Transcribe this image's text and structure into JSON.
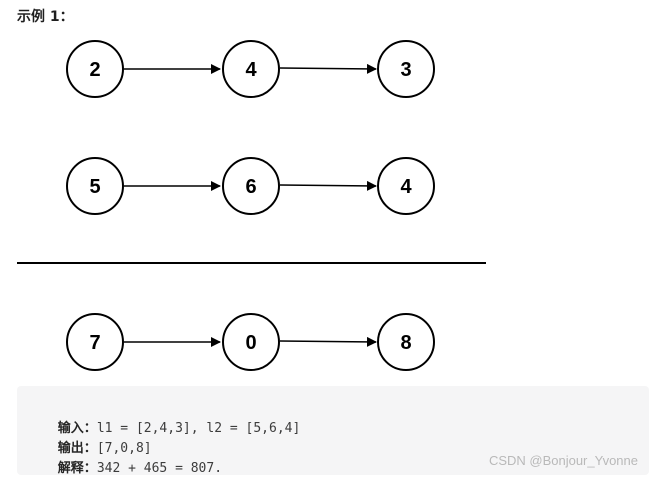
{
  "title": "示例 1：",
  "lists": [
    {
      "nodes": [
        "2",
        "4",
        "3"
      ]
    },
    {
      "nodes": [
        "5",
        "6",
        "4"
      ]
    },
    {
      "nodes": [
        "7",
        "0",
        "8"
      ]
    }
  ],
  "code": {
    "input_label": "输入：",
    "input_value": "l1 = [2,4,3], l2 = [5,6,4]",
    "output_label": "输出：",
    "output_value": "[7,0,8]",
    "explain_label": "解释：",
    "explain_value": "342 + 465 = 807."
  },
  "watermark": "CSDN @Bonjour_Yvonne"
}
